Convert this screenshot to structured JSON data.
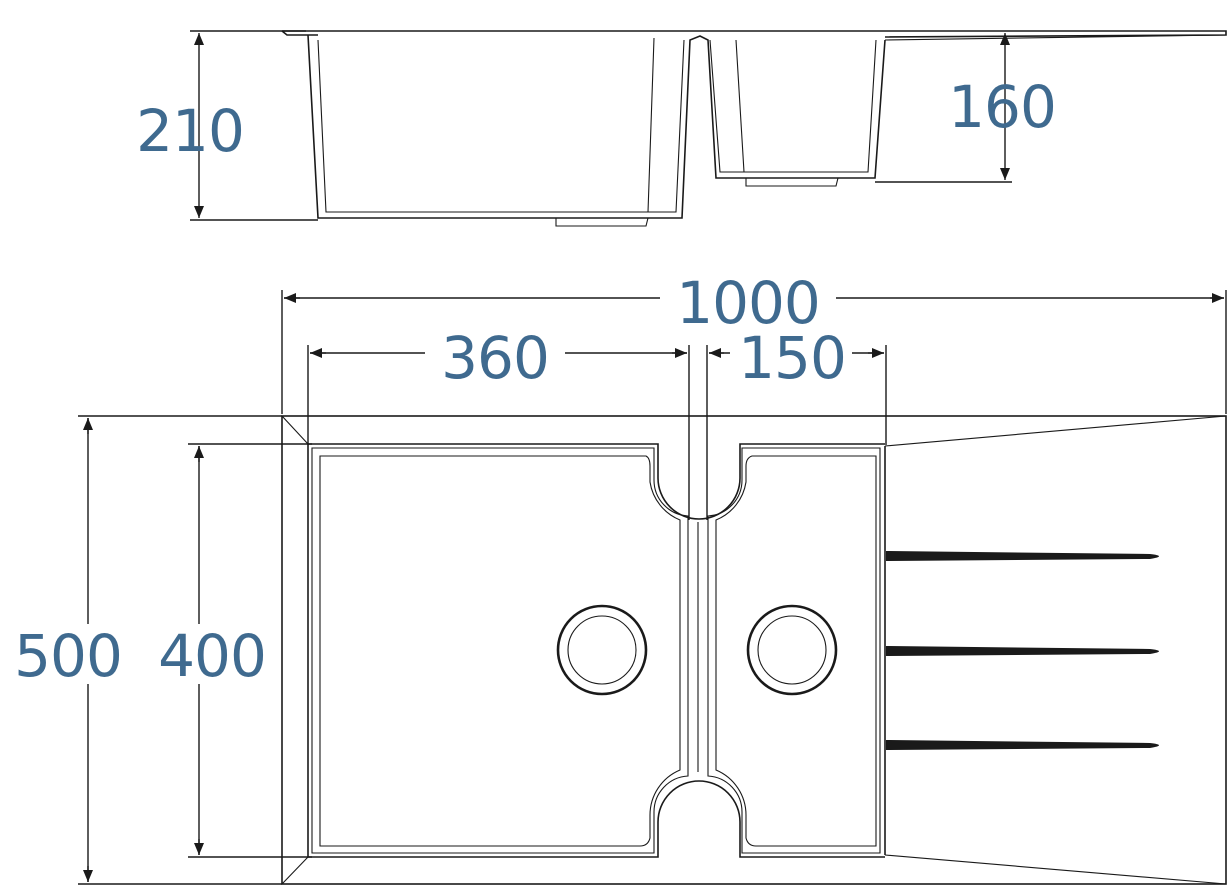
{
  "colors": {
    "label": "#3f6a8f",
    "line": "#1a1a1a",
    "background": "#ffffff"
  },
  "dimensions": {
    "depth_main": "210",
    "depth_small": "160",
    "total_width": "1000",
    "main_bowl_width": "360",
    "small_bowl_width": "150",
    "total_depth": "500",
    "bowl_depth": "400"
  }
}
